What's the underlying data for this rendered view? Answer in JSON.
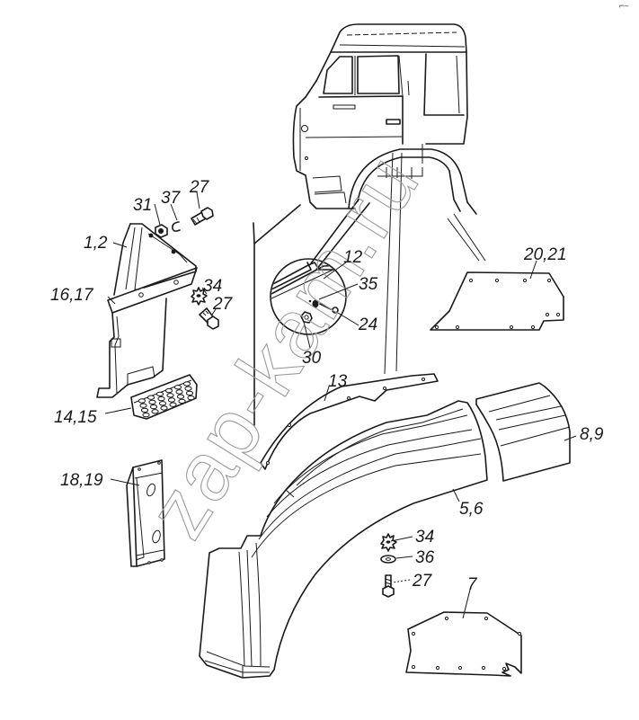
{
  "figure": {
    "watermark": "zap-kam.ru",
    "corner_mark": "⌐–",
    "colors": {
      "ink": "#1a1a1a",
      "paper": "#ffffff",
      "watermark": "#9a9a9a"
    }
  },
  "callouts": {
    "p27a": "27",
    "p37": "37",
    "p31": "31",
    "p12": "1,2",
    "p1617": "16,17",
    "p34a": "34",
    "p27b": "27",
    "p1415": "14,15",
    "p1819": "18,19",
    "p12det": "12",
    "p35": "35",
    "p24": "24",
    "p30": "30",
    "p13": "13",
    "p2021": "20,21",
    "p89": "8,9",
    "p56": "5,6",
    "p34b": "34",
    "p36": "36",
    "p27c": "27",
    "p7": "7"
  }
}
